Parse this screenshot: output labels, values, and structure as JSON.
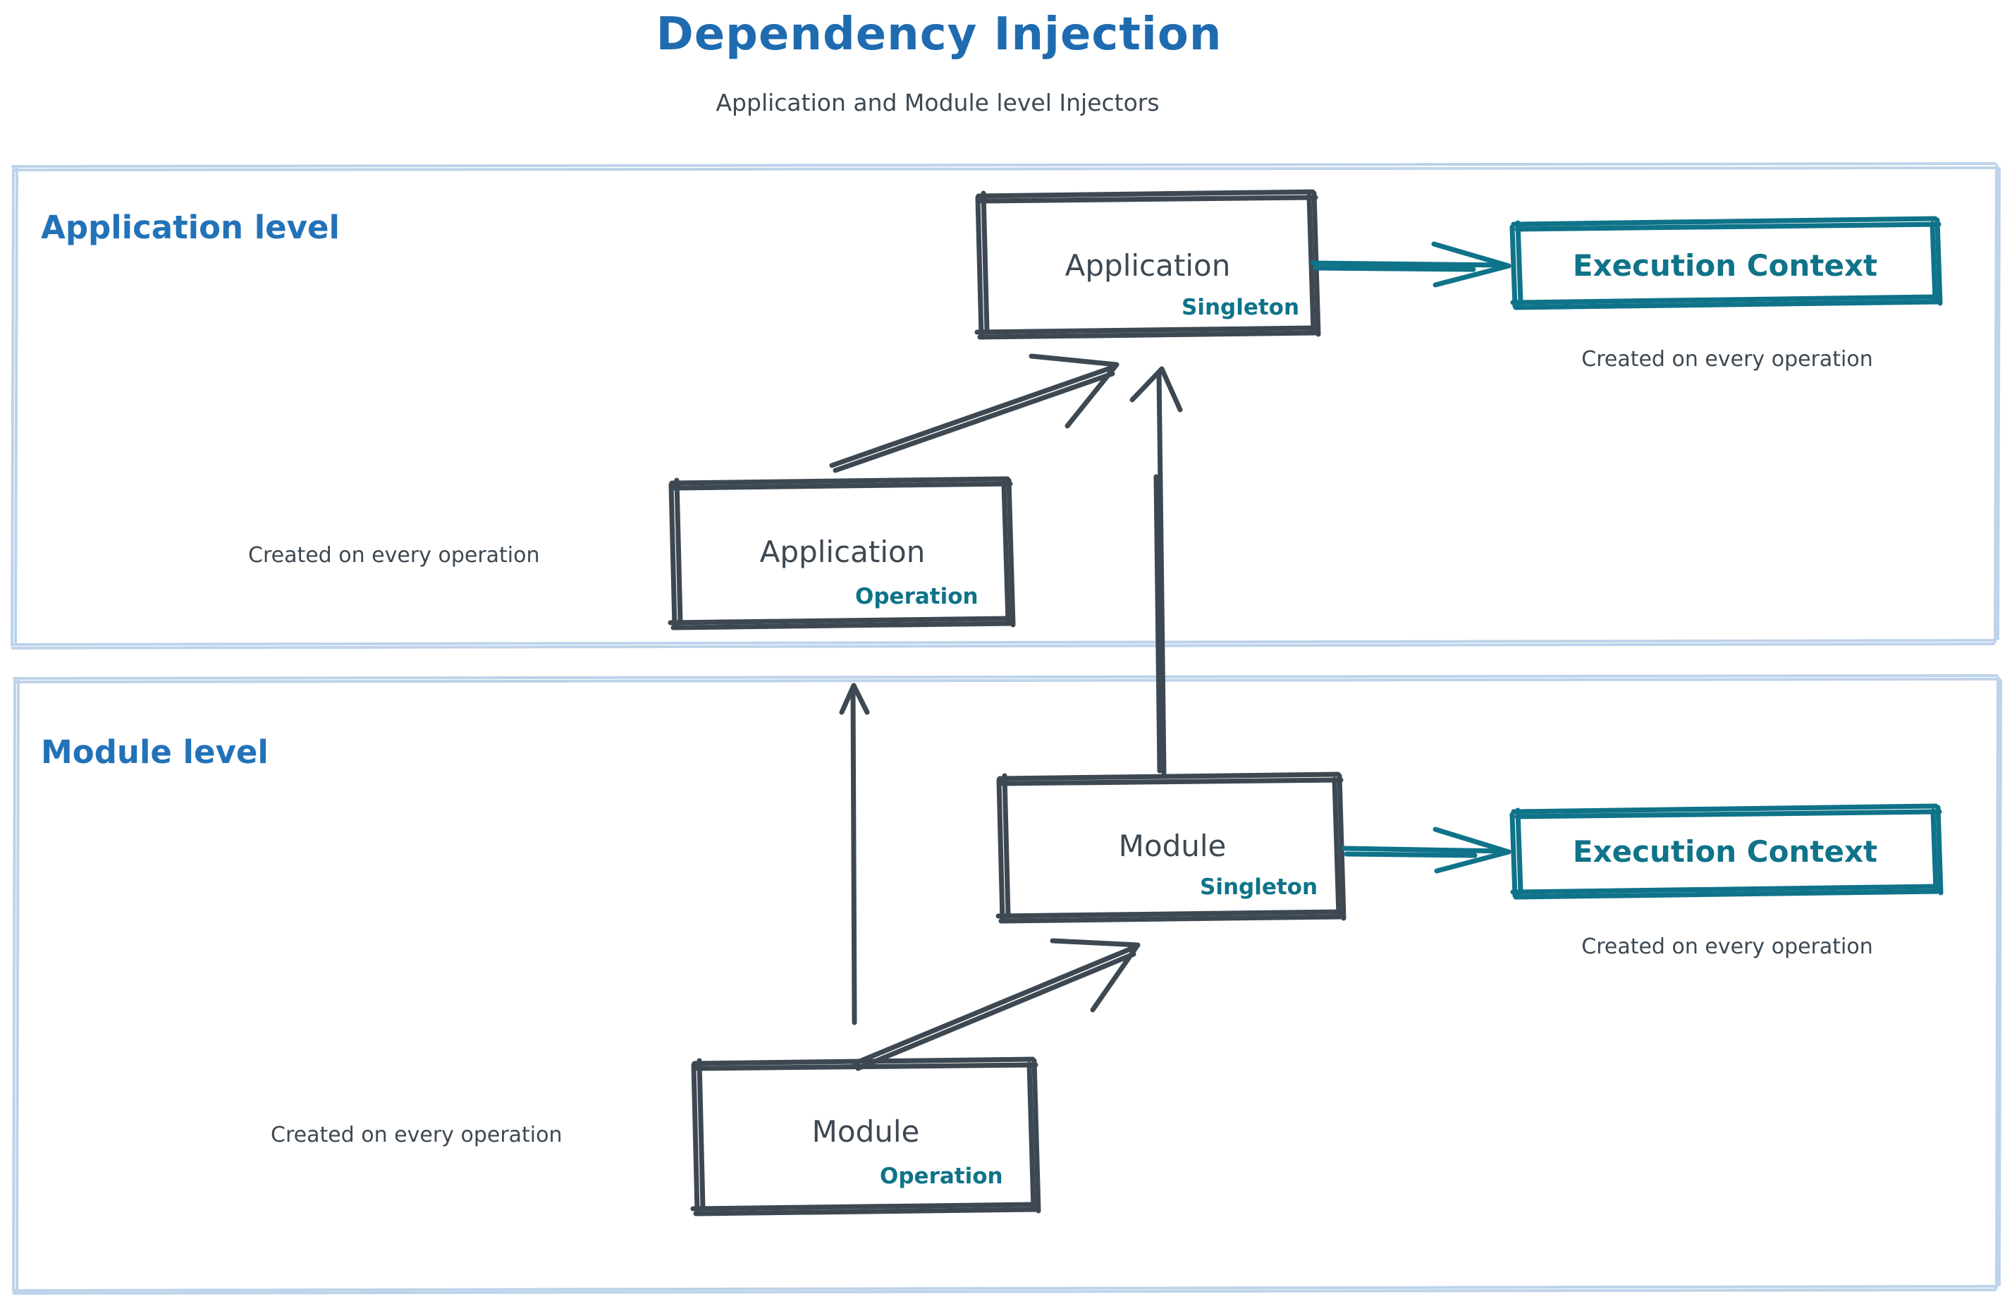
{
  "page": {
    "title": "Dependency Injection",
    "subtitle": "Application and Module level Injectors",
    "background": "#ffffff"
  },
  "colors": {
    "title_blue": "#1F6BB0",
    "zone_blue": "#2272B8",
    "zone_border": "#BDD3EA",
    "sketch_dark": "#3D4852",
    "teal": "#0F7389"
  },
  "zones": [
    {
      "id": "application-level",
      "label": "Application level",
      "nodes": [
        {
          "id": "application-singleton",
          "title": "Application",
          "scope": "Singleton",
          "style": "dark"
        },
        {
          "id": "application-execution-context",
          "title": "Execution Context",
          "scope": "",
          "style": "teal",
          "note": "Created on every operation"
        },
        {
          "id": "application-operation",
          "title": "Application",
          "scope": "Operation",
          "style": "dark",
          "note": "Created on every operation"
        }
      ]
    },
    {
      "id": "module-level",
      "label": "Module level",
      "nodes": [
        {
          "id": "module-singleton",
          "title": "Module",
          "scope": "Singleton",
          "style": "dark"
        },
        {
          "id": "module-execution-context",
          "title": "Execution Context",
          "scope": "",
          "style": "teal",
          "note": "Created on every operation"
        },
        {
          "id": "module-operation",
          "title": "Module",
          "scope": "Operation",
          "style": "dark",
          "note": "Created on every operation"
        }
      ]
    }
  ],
  "labels": {
    "application_level": "Application level",
    "module_level": "Module level",
    "application": "Application",
    "module": "Module",
    "singleton": "Singleton",
    "operation": "Operation",
    "execution_context": "Execution Context",
    "created_on_every_operation": "Created on every operation"
  },
  "edges": [
    {
      "id": "app-singleton-to-app-ec",
      "from": "application-singleton",
      "to": "application-execution-context",
      "color": "teal"
    },
    {
      "id": "app-operation-to-app-singleton",
      "from": "application-operation",
      "to": "application-singleton",
      "color": "dark"
    },
    {
      "id": "module-singleton-to-app-singleton",
      "from": "module-singleton",
      "to": "application-singleton",
      "color": "dark"
    },
    {
      "id": "module-singleton-to-module-ec",
      "from": "module-singleton",
      "to": "module-execution-context",
      "color": "teal"
    },
    {
      "id": "module-operation-to-module-singleton",
      "from": "module-operation",
      "to": "module-singleton",
      "color": "dark"
    },
    {
      "id": "module-operation-to-app-operation",
      "from": "module-operation",
      "to": "application-operation",
      "color": "dark"
    }
  ]
}
